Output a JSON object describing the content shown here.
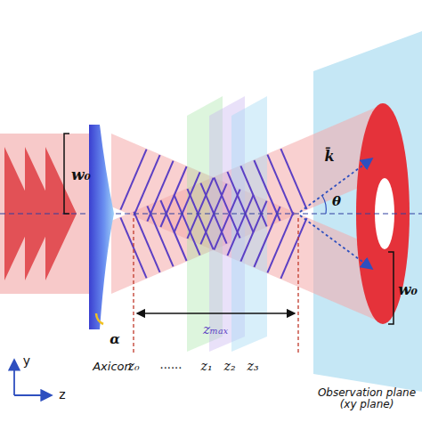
{
  "diagram": {
    "labels": [
      "w₀",
      "α",
      "zₘₐₓ",
      "z₀",
      "......",
      "z₁",
      "z₂",
      "z₃",
      "k̄",
      "θ",
      "w₀",
      "Axicon",
      "Observation plane (xy plane)",
      "y",
      "z"
    ]
  }
}
